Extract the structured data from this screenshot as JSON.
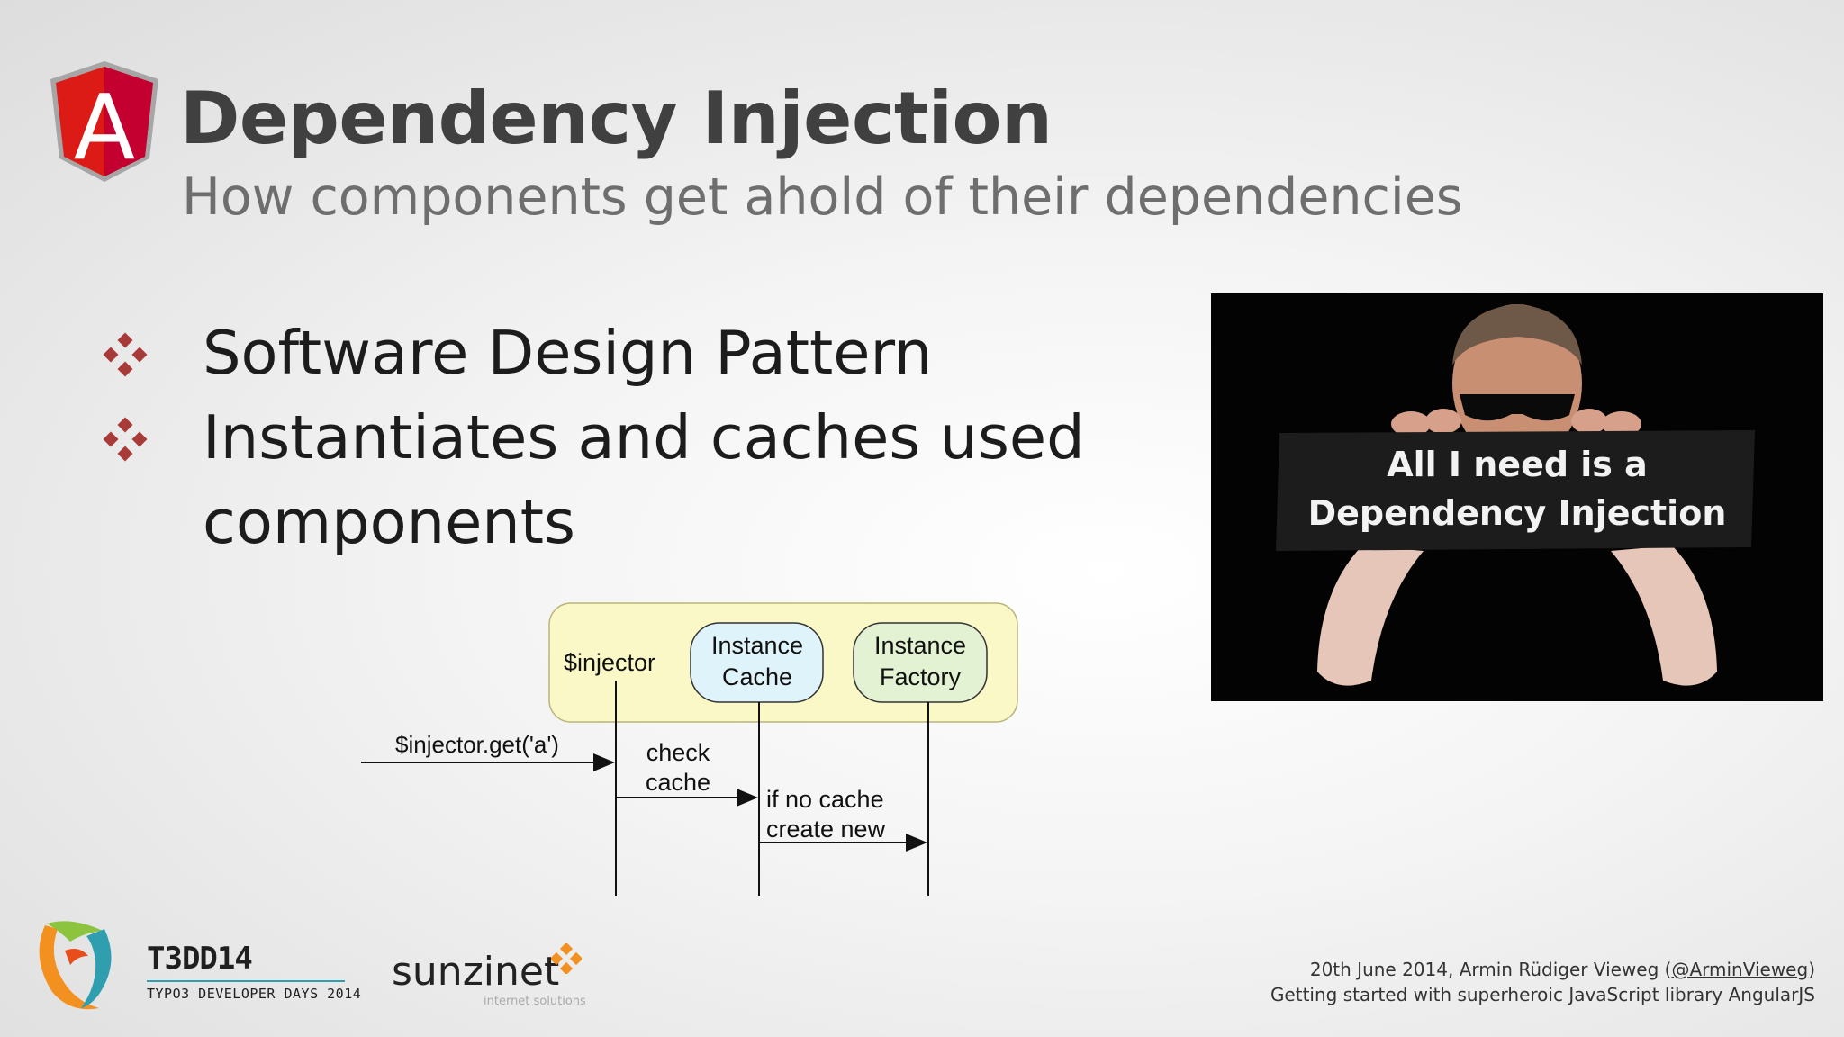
{
  "slide": {
    "logo_letter": "A",
    "title": "Dependency Injection",
    "subtitle": "How components get ahold of their dependencies",
    "bullets": [
      {
        "text": "Software Design Pattern"
      },
      {
        "text": "Instantiates and caches used components"
      }
    ],
    "bullet_color": "#a83a3a"
  },
  "photo": {
    "sign_line1": "All I need is a",
    "sign_line2": "Dependency Injection"
  },
  "diagram": {
    "lane_injector": "$injector",
    "lane_cache_1": "Instance",
    "lane_cache_2": "Cache",
    "lane_factory_1": "Instance",
    "lane_factory_2": "Factory",
    "call": "$injector.get('a')",
    "step1_1": "check",
    "step1_2": "cache",
    "step2_1": "if no cache",
    "step2_2": "create new"
  },
  "footer": {
    "line1_prefix": "20th June 2014, Armin Rüdiger Vieweg (",
    "handle": "@ArminVieweg",
    "line1_suffix": ")",
    "line2": "Getting started with superheroic JavaScript library AngularJS",
    "t3dd_name": "T3DD14",
    "t3dd_sub": "TYPO3 DEVELOPER DAYS 2014",
    "sunzinet_name": "sunzinet",
    "sunzinet_sub": "internet solutions"
  },
  "colors": {
    "angular_red": "#dd1b16",
    "angular_dark_red": "#b52e31",
    "cache_fill": "#dff3fb",
    "factory_fill": "#e3f2d2",
    "container_fill": "#f9f8c6"
  }
}
